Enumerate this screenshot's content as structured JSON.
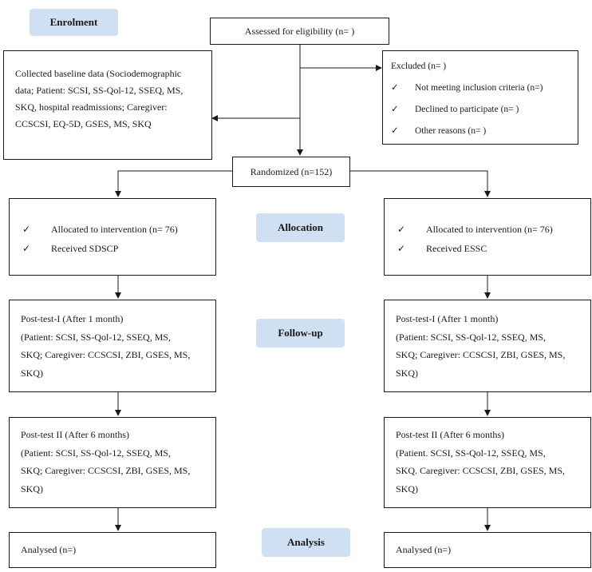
{
  "stages": {
    "enrolment": "Enrolment",
    "allocation": "Allocation",
    "followup": "Follow-up",
    "analysis": "Analysis"
  },
  "assessed": "Assessed for eligibility (n= )",
  "baseline": {
    "lines": [
      "Collected baseline data (Sociodemographic",
      "data; Patient: SCSI, SS-Qol-12, SSEQ, MS,",
      "SKQ, hospital readmissions; Caregiver:",
      "CCSCSI, EQ-5D, GSES, MS, SKQ"
    ]
  },
  "excluded": {
    "title": "Excluded (n= )",
    "check": "✓",
    "items": [
      "Not meeting inclusion criteria (n=)",
      "Declined to participate (n= )",
      "Other reasons (n= )"
    ]
  },
  "randomized": "Randomized (n=152)",
  "left": {
    "allocation": [
      "Allocated to intervention (n= 76)",
      "Received SDSCP"
    ],
    "posttest1": [
      "Post-test-I (After 1 month)",
      "(Patient: SCSI, SS-Qol-12, SSEQ, MS,",
      "SKQ; Caregiver: CCSCSI, ZBI, GSES, MS,",
      "SKQ)"
    ],
    "posttest2": [
      "Post-test II (After 6 months)",
      "(Patient: SCSI, SS-Qol-12, SSEQ, MS,",
      "SKQ; Caregiver: CCSCSI, ZBI, GSES, MS,",
      "SKQ)"
    ],
    "analysed": "Analysed (n=)"
  },
  "right": {
    "allocation": [
      "Allocated to intervention (n= 76)",
      "Received ESSC"
    ],
    "posttest1": [
      "Post-test-I (After 1 month)",
      "(Patient: SCSI, SS-Qol-12, SSEQ, MS,",
      "SKQ; Caregiver: CCSCSI, ZBI, GSES, MS,",
      "SKQ)"
    ],
    "posttest2": [
      "Post-test II (After 6 months)",
      "(Patient. SCSI, SS-Qol-12, SSEQ, MS,",
      "SKQ. Caregiver: CCSCSI, ZBI, GSES, MS,",
      "SKQ)"
    ],
    "analysed": "Analysed (n=)"
  }
}
